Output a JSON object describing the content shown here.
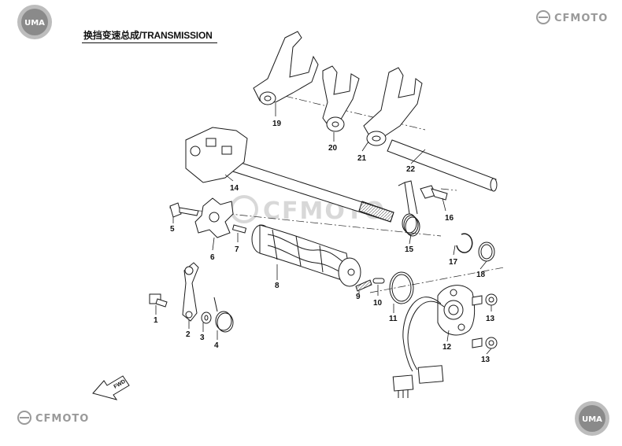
{
  "header": {
    "title": "换挡变速总成/TRANSMISSION"
  },
  "brand": {
    "top_right": "CFMOTO",
    "bottom_left": "CFMOTO",
    "watermark": "CFMOTO",
    "badge": "UMA"
  },
  "direction_arrow": "FWD",
  "part_labels": {
    "p1": "1",
    "p2": "2",
    "p3": "3",
    "p4": "4",
    "p5": "5",
    "p6": "6",
    "p7": "7",
    "p8": "8",
    "p9": "9",
    "p10": "10",
    "p11": "11",
    "p12": "12",
    "p13a": "13",
    "p13b": "13",
    "p14": "14",
    "p15": "15",
    "p16": "16",
    "p17": "17",
    "p18": "18",
    "p19": "19",
    "p20": "20",
    "p21": "21",
    "p22": "22"
  },
  "colors": {
    "line": "#1a1a1a",
    "brand_gray": "#9a9a9a",
    "watermark": "#d8d8d8"
  }
}
